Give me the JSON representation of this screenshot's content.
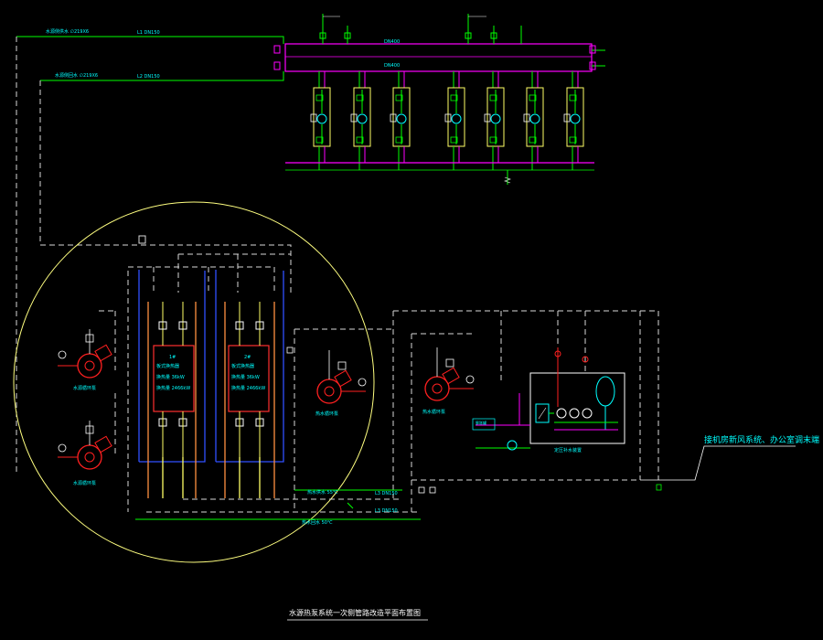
{
  "title": "水源热泵系统一次侧管路改造平面布置图",
  "labels": {
    "supply_main": "水源侧供水 ∅219X6",
    "return_main": "水源侧回水 ∅219X6",
    "l1_top": "L1 DN150",
    "l2_top": "L2 DN150",
    "header_upper": "DN400",
    "header_lower": "DN400",
    "hx1_num": "1#",
    "hx1_name": "板式换热器",
    "hx1_cap": "换热量 36kW",
    "hx1_load": "换热量 2466kW",
    "hx2_num": "2#",
    "hx2_name": "板式换热器",
    "hx2_cap": "换热量 36kW",
    "hx2_load": "换热量 2466kW",
    "pump1": "水源循环泵",
    "pump2": "水源循环泵",
    "pump3": "热水循环泵",
    "pump4": "热水循环泵",
    "bottom_temp1": "热水供水 55℃",
    "bottom_temp2": "热水回水 50℃",
    "bottom_dn": "L3 DN150",
    "bottom_dn2": "L3 DN150",
    "softener": "定压补水装置",
    "expansion": "膨胀罐",
    "right_note": "接机房新风系统、办公室调末端"
  },
  "colors": {
    "background": "#000000",
    "pipe_green": "#00ff00",
    "pipe_magenta": "#ff00ff",
    "pump_red": "#ff2020",
    "unit_yellow": "#ffff66",
    "text_cyan": "#00ffff",
    "dash_white": "#d8d8d8",
    "circle_yellow": "#ffff80",
    "riser_blue": "#3050ff",
    "riser_orange": "#ff9040"
  }
}
